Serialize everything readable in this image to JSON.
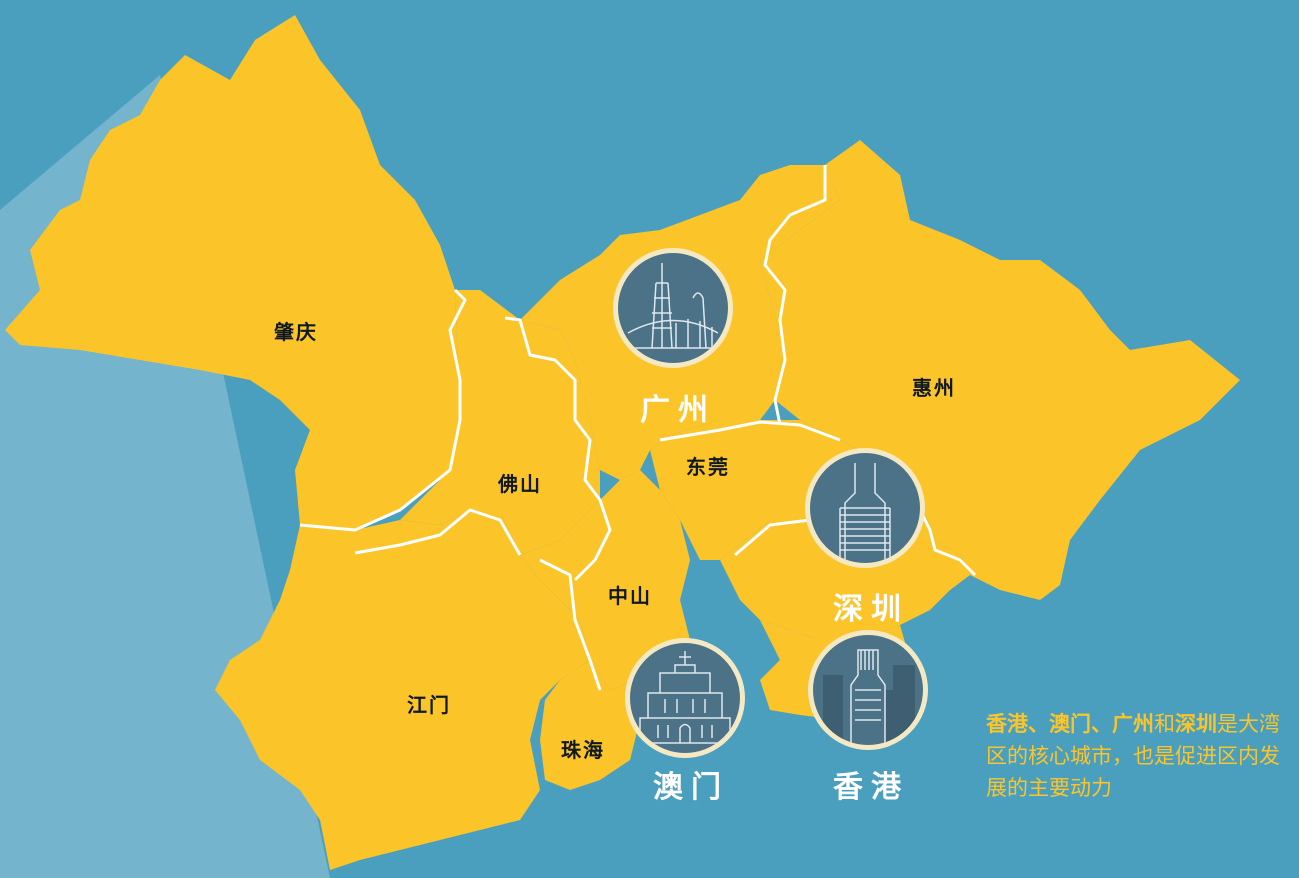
{
  "map": {
    "colors": {
      "sea": "#4a9fbf",
      "land": "#fbc52a",
      "border": "#ffffff",
      "badge": "#4c7288",
      "badge_ring": "#f5e9c4",
      "caption": "#fbc52a"
    },
    "cities": [
      {
        "id": "zhaoqing",
        "name": "肇庆"
      },
      {
        "id": "huizhou",
        "name": "惠州"
      },
      {
        "id": "foshan",
        "name": "佛山"
      },
      {
        "id": "dongguan",
        "name": "东莞"
      },
      {
        "id": "zhongshan",
        "name": "中山"
      },
      {
        "id": "jiangmen",
        "name": "江门"
      },
      {
        "id": "zhuhai",
        "name": "珠海"
      }
    ],
    "core_cities": [
      {
        "id": "guangzhou",
        "name": "广州",
        "icon": "canton-tower-icon"
      },
      {
        "id": "shenzhen",
        "name": "深圳",
        "icon": "twin-towers-icon"
      },
      {
        "id": "macau",
        "name": "澳门",
        "icon": "ruins-of-st-paul-icon"
      },
      {
        "id": "hongkong",
        "name": "香港",
        "icon": "bank-tower-icon"
      }
    ]
  },
  "caption": {
    "part1": "香港、澳门、广州",
    "part2": "和",
    "part3": "深圳",
    "part4": "是大湾区的核心城市，也是促进区内发展的主要动力"
  }
}
